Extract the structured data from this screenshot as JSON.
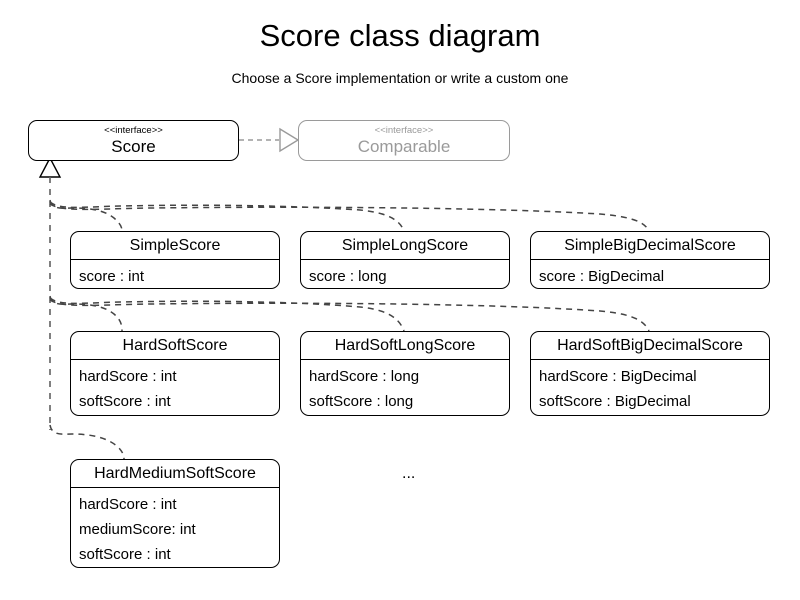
{
  "diagram": {
    "title": "Score class diagram",
    "subtitle": "Choose a Score implementation or write a custom one",
    "ellipsis": "...",
    "colors": {
      "line": "#000000",
      "muted": "#9a9a9a",
      "connector": "#555555",
      "background": "#ffffff"
    },
    "interfaces": [
      {
        "id": "score",
        "stereotype": "<<interface>>",
        "name": "Score",
        "muted": false
      },
      {
        "id": "comparable",
        "stereotype": "<<interface>>",
        "name": "Comparable",
        "muted": true
      }
    ],
    "classes": [
      {
        "id": "simple-score",
        "name": "SimpleScore",
        "attributes": [
          "score : int"
        ]
      },
      {
        "id": "simple-long-score",
        "name": "SimpleLongScore",
        "attributes": [
          "score : long"
        ]
      },
      {
        "id": "simple-big-decimal-score",
        "name": "SimpleBigDecimalScore",
        "attributes": [
          "score : BigDecimal"
        ]
      },
      {
        "id": "hard-soft-score",
        "name": "HardSoftScore",
        "attributes": [
          "hardScore : int",
          "softScore : int"
        ]
      },
      {
        "id": "hard-soft-long-score",
        "name": "HardSoftLongScore",
        "attributes": [
          "hardScore : long",
          "softScore : long"
        ]
      },
      {
        "id": "hard-soft-big-decimal-score",
        "name": "HardSoftBigDecimalScore",
        "attributes": [
          "hardScore : BigDecimal",
          "softScore : BigDecimal"
        ]
      },
      {
        "id": "hard-medium-soft-score",
        "name": "HardMediumSoftScore",
        "attributes": [
          "hardScore : int",
          "mediumScore: int",
          "softScore : int"
        ]
      }
    ],
    "relationships": [
      {
        "id": "score-realizes-comparable",
        "type": "realization",
        "from": "Score",
        "to": "Comparable",
        "style": "dashed-hollow-triangle"
      },
      {
        "id": "subclasses-inherit-score",
        "type": "generalization",
        "to": "Score",
        "from": [
          "SimpleScore",
          "SimpleLongScore",
          "SimpleBigDecimalScore",
          "HardSoftScore",
          "HardSoftLongScore",
          "HardSoftBigDecimalScore",
          "HardMediumSoftScore"
        ],
        "style": "dashed-hollow-triangle"
      }
    ]
  }
}
